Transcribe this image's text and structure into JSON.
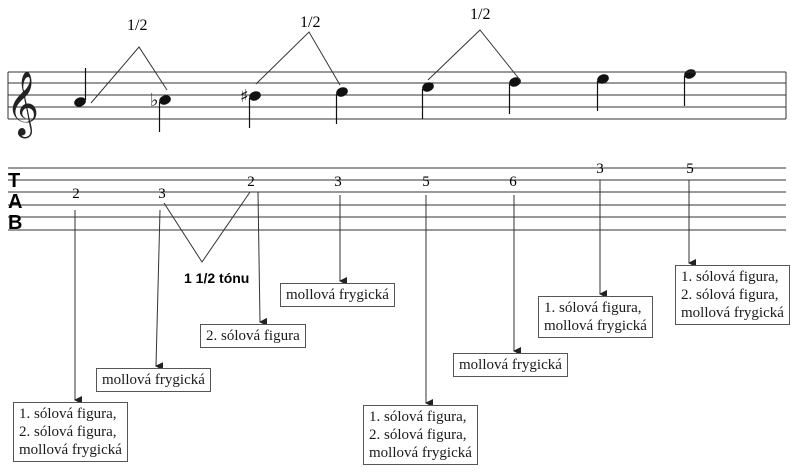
{
  "clef": "𝄞",
  "notes": [
    {
      "accidental": ""
    },
    {
      "accidental": "♭"
    },
    {
      "accidental": "♯"
    },
    {
      "accidental": ""
    },
    {
      "accidental": ""
    },
    {
      "accidental": ""
    },
    {
      "accidental": ""
    },
    {
      "accidental": ""
    }
  ],
  "half_step_label": "1/2",
  "tab_letters": [
    "T",
    "A",
    "B"
  ],
  "frets": [
    "2",
    "3",
    "2",
    "3",
    "5",
    "6",
    "3",
    "5"
  ],
  "interval_label": "1 1/2 tónu",
  "callouts": [
    {
      "lines": [
        "1. sólová figura,",
        "2. sólová figura,",
        "mollová frygická"
      ]
    },
    {
      "lines": [
        "mollová frygická"
      ]
    },
    {
      "lines": [
        "2. sólová figura"
      ]
    },
    {
      "lines": [
        "mollová frygická"
      ]
    },
    {
      "lines": [
        "1. sólová figura,",
        "2. sólová figura,",
        "mollová frygická"
      ]
    },
    {
      "lines": [
        "mollová frygická"
      ]
    },
    {
      "lines": [
        "1. sólová figura,",
        "mollová frygická"
      ]
    },
    {
      "lines": [
        "1. sólová figura,",
        "2. sólová figura,",
        "mollová frygická"
      ]
    }
  ]
}
